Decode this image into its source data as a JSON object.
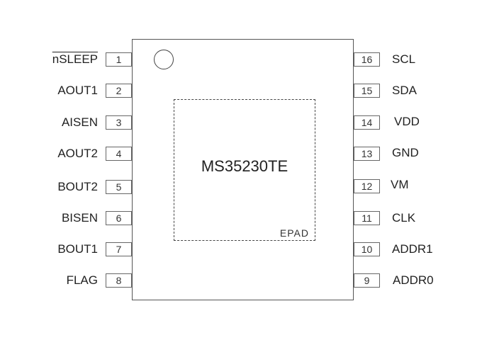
{
  "part_name": "MS35230TE",
  "epad_label": "EPAD",
  "left_pins": [
    {
      "number": "1",
      "name": "nSLEEP",
      "overline": true
    },
    {
      "number": "2",
      "name": "AOUT1"
    },
    {
      "number": "3",
      "name": "AISEN"
    },
    {
      "number": "4",
      "name": "AOUT2"
    },
    {
      "number": "5",
      "name": "BOUT2"
    },
    {
      "number": "6",
      "name": "BISEN"
    },
    {
      "number": "7",
      "name": "BOUT1"
    },
    {
      "number": "8",
      "name": "FLAG"
    }
  ],
  "right_pins": [
    {
      "number": "16",
      "name": "SCL"
    },
    {
      "number": "15",
      "name": "SDA"
    },
    {
      "number": "14",
      "name": "VDD"
    },
    {
      "number": "13",
      "name": "GND"
    },
    {
      "number": "12",
      "name": "VM"
    },
    {
      "number": "11",
      "name": "CLK"
    },
    {
      "number": "10",
      "name": "ADDR1"
    },
    {
      "number": "9",
      "name": "ADDR0"
    }
  ]
}
